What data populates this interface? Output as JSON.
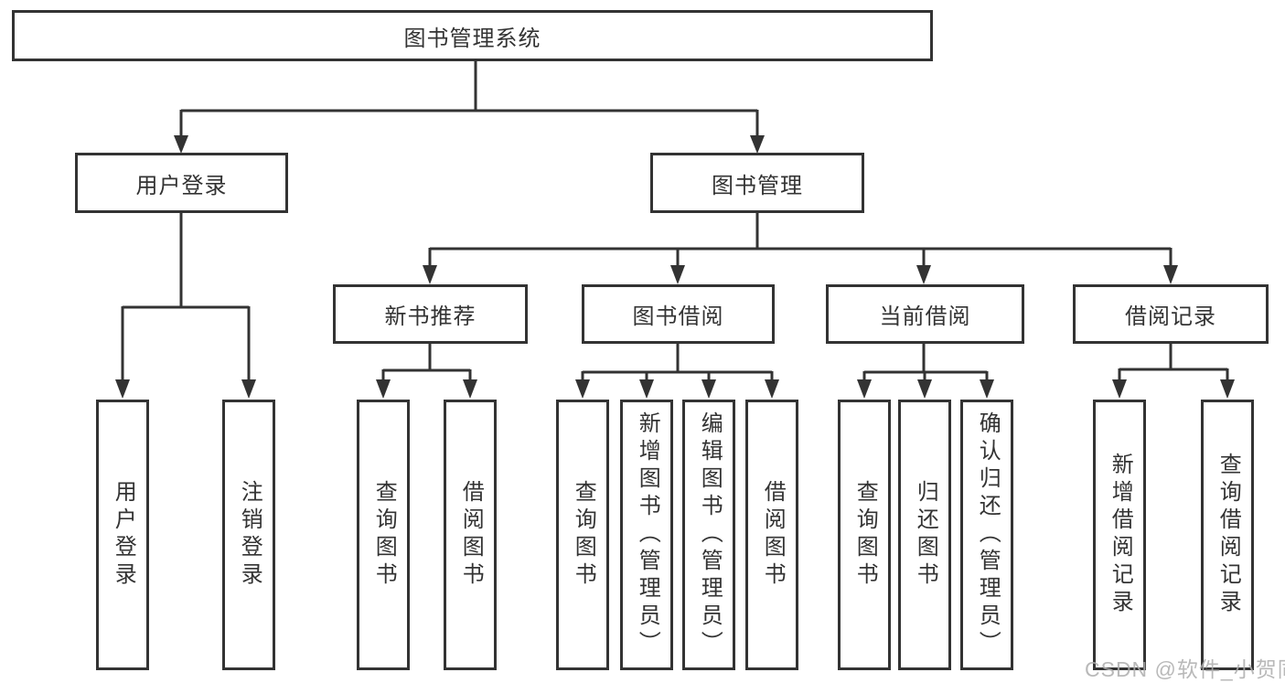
{
  "diagram": {
    "title": "图书管理系统",
    "tree": {
      "label": "图书管理系统",
      "children": [
        {
          "label": "用户登录",
          "children": [
            {
              "label": "用户登录"
            },
            {
              "label": "注销登录"
            }
          ]
        },
        {
          "label": "图书管理",
          "children": [
            {
              "label": "新书推荐",
              "children": [
                {
                  "label": "查询图书"
                },
                {
                  "label": "借阅图书"
                }
              ]
            },
            {
              "label": "图书借阅",
              "children": [
                {
                  "label": "查询图书"
                },
                {
                  "label": "新增图书（管理员）"
                },
                {
                  "label": "编辑图书（管理员）"
                },
                {
                  "label": "借阅图书"
                }
              ]
            },
            {
              "label": "当前借阅",
              "children": [
                {
                  "label": "查询图书"
                },
                {
                  "label": "归还图书"
                },
                {
                  "label": "确认归还（管理员）"
                }
              ]
            },
            {
              "label": "借阅记录",
              "children": [
                {
                  "label": "新增借阅记录"
                },
                {
                  "label": "查询借阅记录"
                }
              ]
            }
          ]
        }
      ]
    },
    "colors": {
      "line": "#333333",
      "box_border": "#333333",
      "box_fill": "#ffffff",
      "text": "#333333",
      "watermark": "#adadad"
    }
  },
  "watermark": {
    "text": "CSDN @软件_小贺同学"
  }
}
